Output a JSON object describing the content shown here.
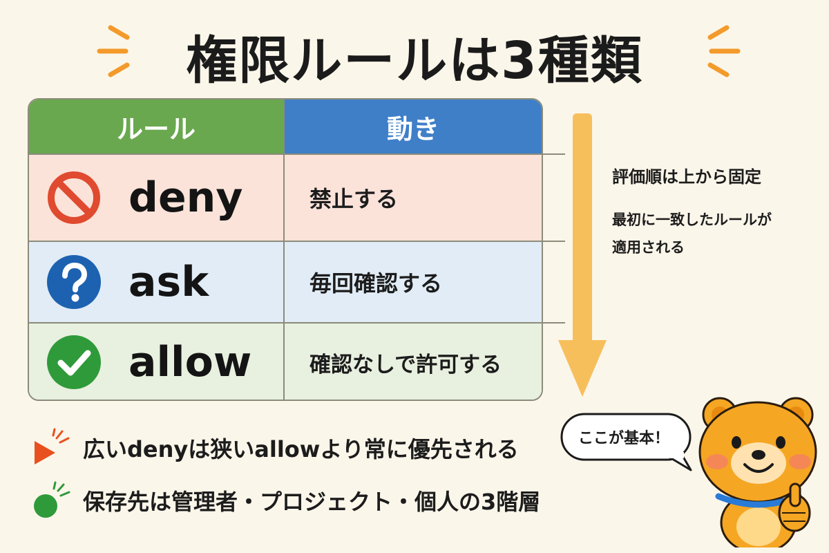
{
  "title": "権限ルールは3種類",
  "table": {
    "headers": {
      "rule": "ルール",
      "action": "動き"
    },
    "rows": [
      {
        "rule": "deny",
        "action": "禁止する",
        "icon": "prohibited-icon",
        "color": "#e04a2f"
      },
      {
        "rule": "ask",
        "action": "毎回確認する",
        "icon": "question-icon",
        "color": "#1d62b0"
      },
      {
        "rule": "allow",
        "action": "確認なしで許可する",
        "icon": "check-icon",
        "color": "#2f9a3a"
      }
    ]
  },
  "order": {
    "title": "評価順は上から固定",
    "lines": [
      "最初に一致したルールが",
      "適用される"
    ]
  },
  "notes": [
    {
      "text": "広いdenyは狭いallowより常に優先される",
      "icon": "triangle-play-icon",
      "color": "#e8501f"
    },
    {
      "text": "保存先は管理者・プロジェクト・個人の3階層",
      "icon": "green-dot-icon",
      "color": "#2f9a3a"
    }
  ],
  "mascot": {
    "speech": "ここが基本！"
  },
  "colors": {
    "rule_header": "#6aa84f",
    "action_header": "#3f7fc8",
    "arrow": "#f7bf5c",
    "accent": "#f39a2b"
  }
}
